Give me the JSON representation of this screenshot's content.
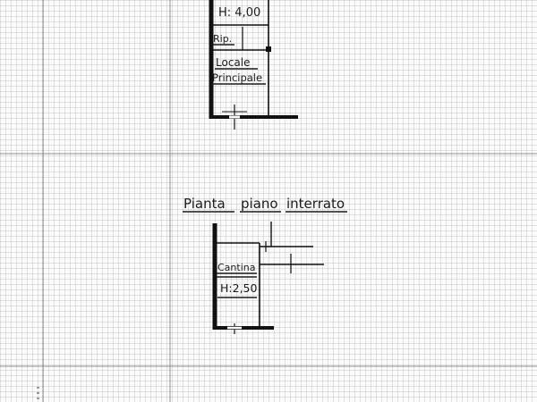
{
  "plans": {
    "upper": {
      "height_label": "H: 4,00",
      "room_small": "Rip.",
      "room_main_line1": "Locale",
      "room_main_line2": "Principale"
    },
    "basement": {
      "title_word1": "Pianta",
      "title_word2": "piano",
      "title_word3": "interrato",
      "room_label": "Cantina",
      "height_label": "H:2,50"
    }
  }
}
